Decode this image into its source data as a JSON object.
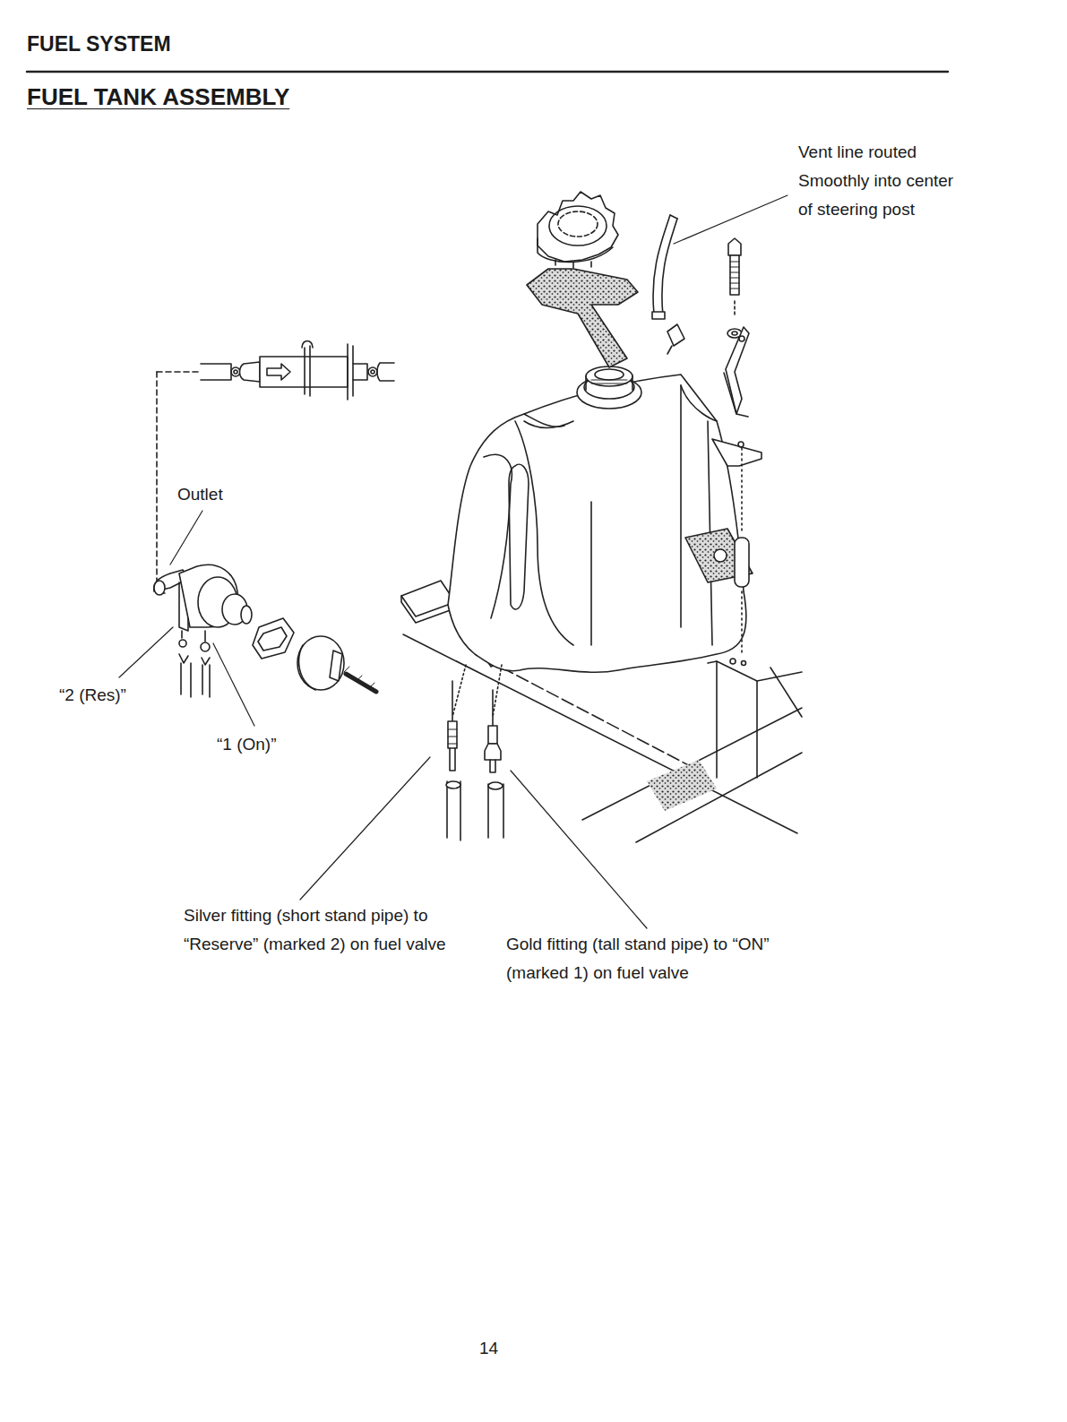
{
  "diagram": {
    "title": "FUEL TANK ASSEMBLY",
    "labels": [
      "FUEL SYSTEM",
      "Vent line routed Smoothly into center of steering post",
      "Outlet",
      "“2 (Res)”",
      "“1 (On)”",
      "Silver fitting (short stand pipe) to “Reserve” (marked 2) on fuel valve",
      "Gold fitting (tall stand pipe) to “ON” (marked 1) on fuel valve",
      "14"
    ]
  }
}
